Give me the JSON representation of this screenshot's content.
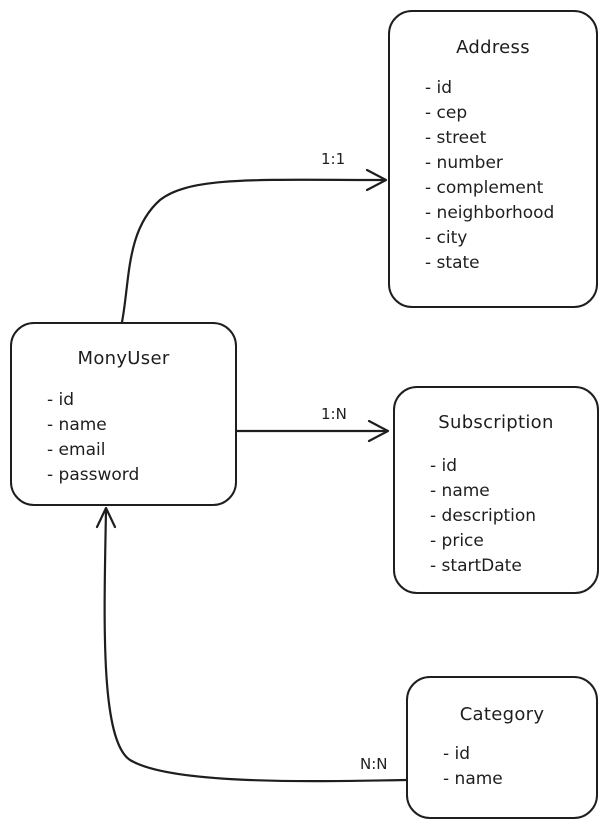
{
  "entities": {
    "address": {
      "title": "Address",
      "attributes": [
        "id",
        "cep",
        "street",
        "number",
        "complement",
        "neighborhood",
        "city",
        "state"
      ]
    },
    "monyuser": {
      "title": "MonyUser",
      "attributes": [
        "id",
        "name",
        "email",
        "password"
      ]
    },
    "subscription": {
      "title": "Subscription",
      "attributes": [
        "id",
        "name",
        "description",
        "price",
        "startDate"
      ]
    },
    "category": {
      "title": "Category",
      "attributes": [
        "id",
        "name"
      ]
    }
  },
  "relationships": [
    {
      "from": "MonyUser",
      "to": "Address",
      "cardinality": "1:1"
    },
    {
      "from": "MonyUser",
      "to": "Subscription",
      "cardinality": "1:N"
    },
    {
      "from": "Category",
      "to": "MonyUser",
      "cardinality": "N:N"
    }
  ],
  "colors": {
    "stroke": "#1e1e1e",
    "background": "#ffffff"
  }
}
